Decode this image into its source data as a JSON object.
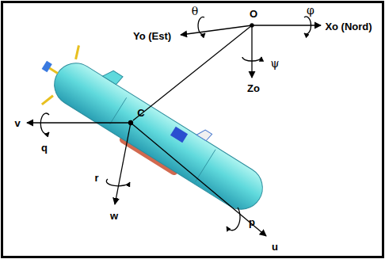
{
  "diagram": {
    "labels": [
      "θ",
      "O",
      "φ",
      "Yo (Est)",
      "Xo (Nord)",
      "ψ",
      "Zo",
      "v",
      "q",
      "C",
      "r",
      "w",
      "p",
      "u"
    ]
  }
}
